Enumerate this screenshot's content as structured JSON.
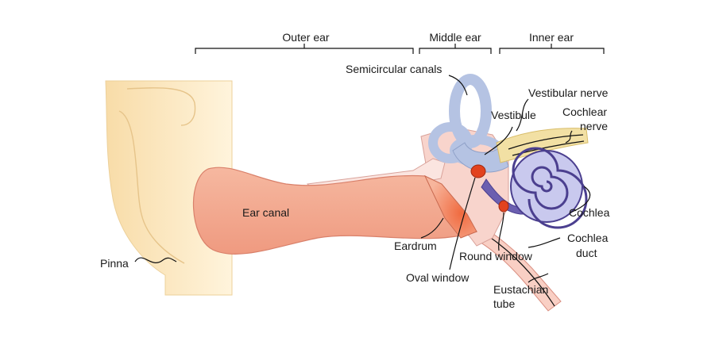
{
  "sections": {
    "outer": "Outer ear",
    "middle": "Middle ear",
    "inner": "Inner ear"
  },
  "labels": {
    "semicircular_canals": "Semicircular canals",
    "vestibular_nerve": "Vestibular nerve",
    "vestibule": "Vestibule",
    "cochlear_nerve_line1": "Cochlear",
    "cochlear_nerve_line2": "nerve",
    "ear_canal": "Ear canal",
    "cochlea": "Cochlea",
    "eardrum": "Eardrum",
    "cochlea_duct_line1": "Cochlea",
    "cochlea_duct_line2": "duct",
    "pinna": "Pinna",
    "round_window": "Round window",
    "oval_window": "Oval window",
    "eustachian_line1": "Eustachian",
    "eustachian_line2": "tube"
  },
  "colors": {
    "pinna": "#fbe7c2",
    "pinna_edge": "#e8c98f",
    "canal": "#f3a98e",
    "canal_edge": "#d9806a",
    "middle": "#f8d4cc",
    "canals_blue": "#b5c3e3",
    "nerve": "#f2e0a4",
    "cochlea_fill": "#c9c9ee",
    "cochlea_spiral": "#4b3f8f",
    "window_red": "#e2421e"
  }
}
